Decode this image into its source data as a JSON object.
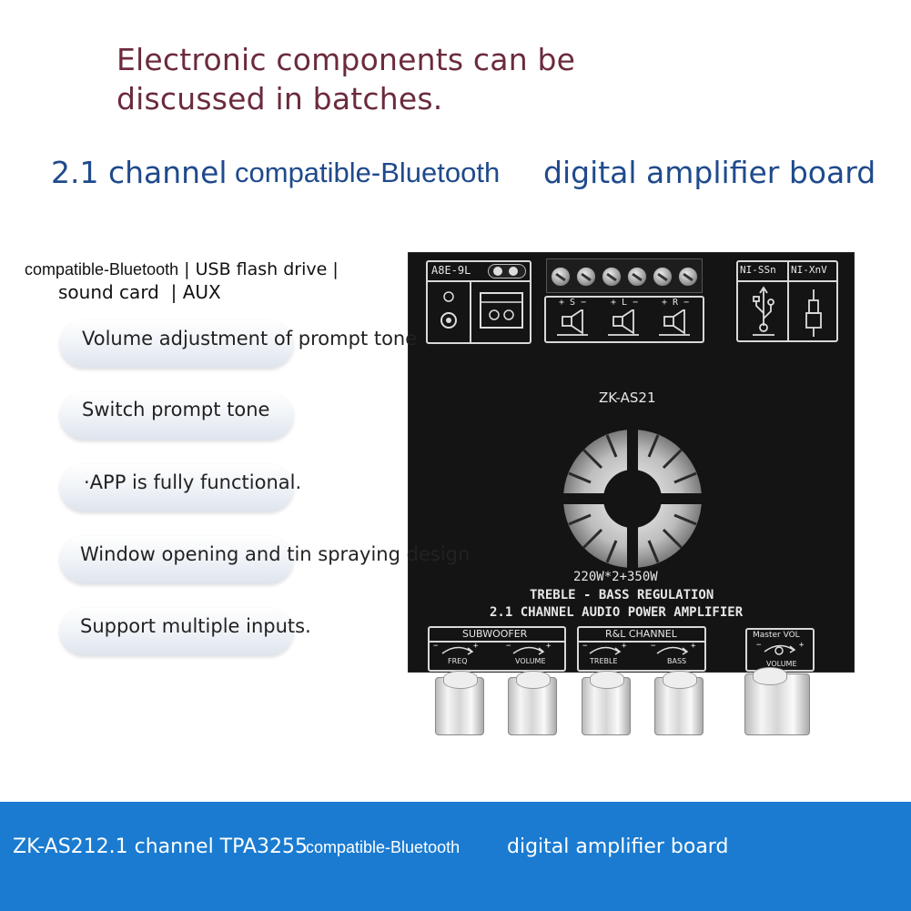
{
  "headline": {
    "line1": "Electronic components can be",
    "line2": "discussed in batches."
  },
  "subtitle": {
    "part1": "2.1 channel",
    "part2": "compatible-Bluetooth",
    "part3": "digital amplifier board"
  },
  "inputs_line": {
    "part1": "compatible-Bluetooth",
    "part2": "| USB flash drive |",
    "part3": "sound card  | AUX"
  },
  "features": [
    "Volume adjustment of prompt tone",
    "Switch prompt tone",
    "·APP is fully functional.",
    "Window opening and tin spraying design",
    "Support multiple inputs."
  ],
  "board": {
    "left_box_label": "A8E-9L",
    "speaker_labels": [
      "+ S −",
      "+ L −",
      "+ R −"
    ],
    "right_box_labels": [
      "NI-SSn",
      "NI-XnV"
    ],
    "model": "ZK-AS21",
    "power": "220W*2+350W",
    "spec_line1": "TREBLE - BASS REGULATION",
    "spec_line2": "2.1 CHANNEL AUDIO POWER AMPLIFIER",
    "subwoofer_title": "SUBWOOFER",
    "subwoofer_knobs": [
      "FREQ",
      "VOLUME"
    ],
    "rl_title": "R&L CHANNEL",
    "rl_knobs": [
      "TREBLE",
      "BASS"
    ],
    "master_title": "Master VOL",
    "master_knob": "VOLUME",
    "minus": "−",
    "plus": "+"
  },
  "footer": {
    "part1": "ZK-AS212.1 channel TPA3255",
    "part2": "compatible-Bluetooth",
    "part3": "digital amplifier board"
  },
  "colors": {
    "headline": "#6b2b3c",
    "subtitle": "#1f4a8c",
    "footer_bg": "#1a7bd1",
    "board": "#141414"
  }
}
